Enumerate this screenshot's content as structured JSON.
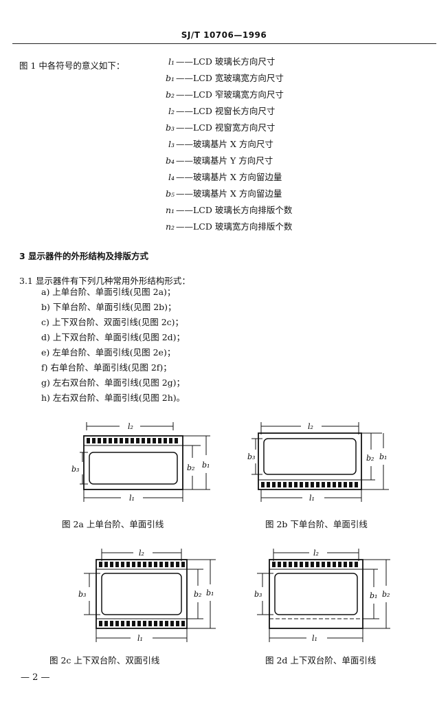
{
  "header": {
    "standard_code": "SJ/T 10706—1996"
  },
  "intro_text": "图 1 中各符号的意义如下：",
  "symbols": [
    {
      "sym": "l₁",
      "desc": "——LCD 玻璃长方向尺寸"
    },
    {
      "sym": "b₁",
      "desc": "——LCD 宽玻璃宽方向尺寸"
    },
    {
      "sym": "b₂",
      "desc": "——LCD 窄玻璃宽方向尺寸"
    },
    {
      "sym": "l₂",
      "desc": "——LCD 视窗长方向尺寸"
    },
    {
      "sym": "b₃",
      "desc": "——LCD 视窗宽方向尺寸"
    },
    {
      "sym": "l₃",
      "desc": "——玻璃基片 X 方向尺寸"
    },
    {
      "sym": "b₄",
      "desc": "——玻璃基片 Y 方向尺寸"
    },
    {
      "sym": "l₄",
      "desc": "——玻璃基片 X 方向留边量"
    },
    {
      "sym": "b₅",
      "desc": "——玻璃基片 X 方向留边量"
    },
    {
      "sym": "n₁",
      "desc": "——LCD 玻璃长方向排版个数"
    },
    {
      "sym": "n₂",
      "desc": "——LCD 玻璃宽方向排版个数"
    }
  ],
  "section3_title": "3  显示器件的外形结构及排版方式",
  "section31_text": "3.1  显示器件有下列几种常用外形结构形式：",
  "structure_items": [
    "a) 上单台阶、单面引线(见图 2a)；",
    "b) 下单台阶、单面引线(见图 2b)；",
    "c) 上下双台阶、双面引线(见图 2c)；",
    "d) 上下双台阶、单面引线(见图 2d)；",
    "e) 左单台阶、单面引线(见图 2e)；",
    "f) 右单台阶、单面引线(见图 2f)；",
    "g) 左右双台阶、单面引线(见图 2g)；",
    "h) 左右双台阶、单面引线(见图 2h)。"
  ],
  "figures": {
    "fig2a": {
      "caption": "图 2a  上单台阶、单面引线",
      "top_label": "l₂",
      "bottom_label": "l₁",
      "left_label": "b₃",
      "right_label_1": "b₂",
      "right_label_2": "b₁"
    },
    "fig2b": {
      "caption": "图 2b  下单台阶、单面引线",
      "top_label": "l₂",
      "bottom_label": "l₁",
      "left_label": "b₃",
      "right_label_1": "b₂",
      "right_label_2": "b₁"
    },
    "fig2c": {
      "caption": "图 2c  上下双台阶、双面引线",
      "top_label": "l₂",
      "bottom_label": "l₁",
      "left_label": "b₃",
      "right_label_1": "b₂",
      "right_label_2": "b₁"
    },
    "fig2d": {
      "caption": "图 2d  上下双台阶、单面引线",
      "top_label": "l₂",
      "bottom_label": "l₁",
      "left_label": "b₃",
      "right_label_1": "b₁",
      "right_label_2": "b₂"
    }
  },
  "page_number": "— 2 —"
}
